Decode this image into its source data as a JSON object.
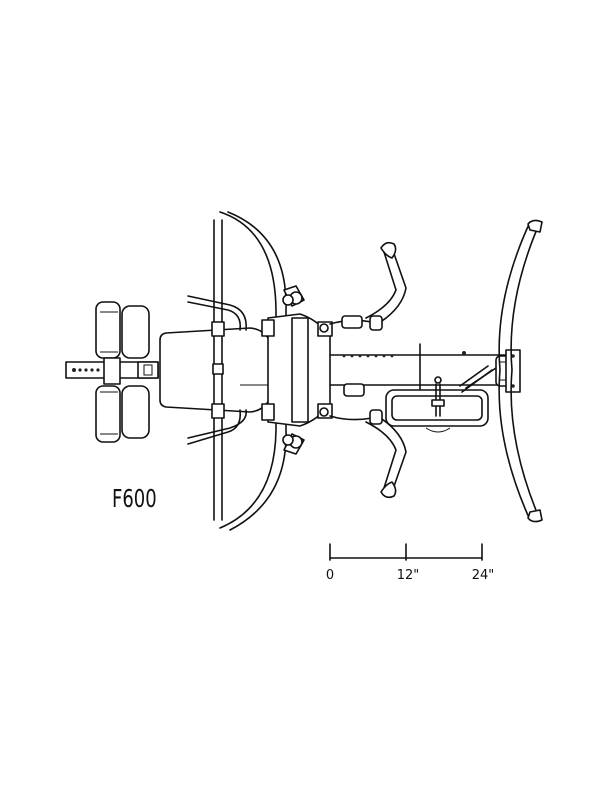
{
  "model": {
    "label": "F600"
  },
  "scale_bar": {
    "ticks": [
      "0",
      "12\"",
      "24\""
    ]
  },
  "colors": {
    "ink": "#111111",
    "background": "#ffffff"
  }
}
